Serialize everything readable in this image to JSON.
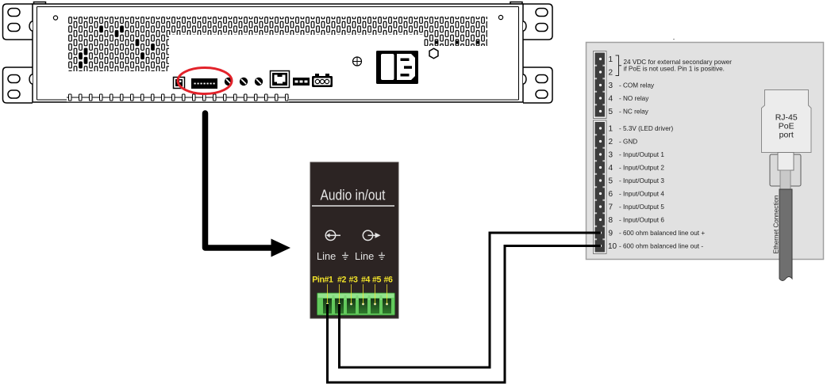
{
  "colors": {
    "highlight": "#e2222a",
    "arrow": "#000000",
    "module_bg": "#2c2423",
    "module_text": "#e4e4e4",
    "pin_label": "#f2e32a",
    "terminal_green": "#63c95c",
    "wire": "#000000",
    "panel_bg": "#e1e1e1",
    "panel_border": "#a0a0a0",
    "connector": "#3d3d3d",
    "cable": "#6f6f6f"
  },
  "rack_unit": {
    "components": [
      "mounting-ear-icon",
      "vent-grille-icon",
      "small-connector-icon",
      "terminal-block-connector-icon",
      "slotted-screw-icon",
      "rj45-jack-icon",
      "pin-header-icon",
      "three-pin-connector-icon",
      "ground-screw-icon",
      "power-switch-icon",
      "iec-power-inlet-icon",
      "hex-nut-icon"
    ],
    "highlighted_component": "terminal-block-connector-icon",
    "highlight_shape": "ellipse"
  },
  "flow_arrow": {
    "icon": "elbow-arrow-right-icon"
  },
  "audio_module": {
    "title": "Audio in/out",
    "channels": [
      {
        "direction_icon": "line-in-icon",
        "label": "Line",
        "ground_icon": "ground-icon"
      },
      {
        "direction_icon": "line-out-icon",
        "label": "Line",
        "ground_icon": "ground-icon"
      }
    ],
    "pin_labels": [
      "Pin#1",
      "#2",
      "#3",
      "#4",
      "#5",
      "#6"
    ],
    "connector_icon": "green-terminal-block-icon"
  },
  "io_panel": {
    "power_relay_block": {
      "note": [
        "24 VDC for external secondary power",
        "if PoE is not used. Pin 1 is positive."
      ],
      "pins": [
        {
          "num": "1"
        },
        {
          "num": "2"
        },
        {
          "num": "3",
          "label": "- COM relay"
        },
        {
          "num": "4",
          "label": "- NO relay"
        },
        {
          "num": "5",
          "label": "- NC relay"
        }
      ]
    },
    "io_block": {
      "pins": [
        {
          "num": "1",
          "label": "- 5.3V (LED driver)"
        },
        {
          "num": "2",
          "label": "- GND"
        },
        {
          "num": "3",
          "label": "- Input/Output 1"
        },
        {
          "num": "4",
          "label": "- Input/Output 2"
        },
        {
          "num": "5",
          "label": "- Input/Output 3"
        },
        {
          "num": "6",
          "label": "- Input/Output 4"
        },
        {
          "num": "7",
          "label": "- Input/Output 5"
        },
        {
          "num": "8",
          "label": "- Input/Output 6"
        },
        {
          "num": "9",
          "label": "- 600 ohm balanced line out +"
        },
        {
          "num": "10",
          "label": "- 600 ohm balanced line out -"
        }
      ]
    },
    "rj45_port": {
      "lines": [
        "RJ-45",
        "PoE",
        "port"
      ]
    },
    "cable_label": "Ethernet Connection",
    "cable_icon": "ethernet-cable-icon"
  },
  "wiring": [
    {
      "from": "Pin#1",
      "to": "10"
    },
    {
      "from": "#2",
      "to": "9"
    }
  ]
}
